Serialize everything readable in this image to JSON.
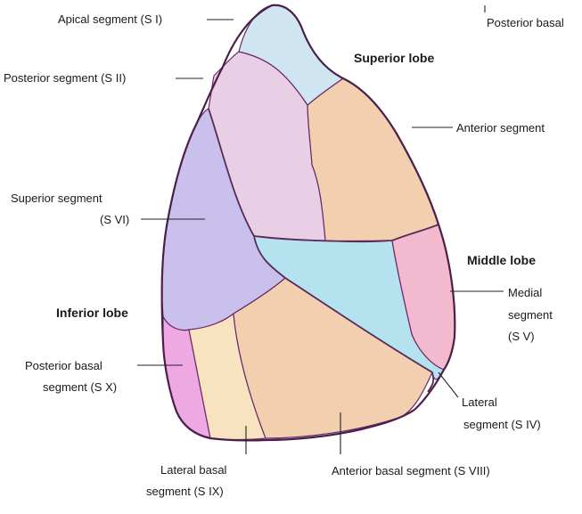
{
  "labels": {
    "apical": "Apical segment (S I)",
    "posterior_top": "Posterior basal",
    "posterior_seg": "Posterior segment (S II)",
    "anterior_seg": "Anterior segment",
    "superior_seg_1": "Superior segment",
    "superior_seg_2": "(S VI)",
    "posterior_basal_1": "Posterior basal",
    "posterior_basal_2": "segment (S X)",
    "lateral_basal_1": "Lateral basal",
    "lateral_basal_2": "segment (S IX)",
    "anterior_basal": "Anterior basal segment (S VIII)",
    "lateral_seg_1": "Lateral",
    "lateral_seg_2": "segment (S IV)",
    "medial_1": "Medial",
    "medial_2": "segment",
    "medial_3": "(S V)"
  },
  "lobes": {
    "superior": "Superior lobe",
    "middle": "Middle lobe",
    "inferior": "Inferior lobe"
  },
  "colors": {
    "apical": "#cfe6f2",
    "posterior": "#e9cfe6",
    "anterior": "#f2cfae",
    "superior": "#c9c0ec",
    "lateral": "#b4e2ee",
    "medial": "#f3b9cf",
    "anterior_basal": "#f2cfae",
    "lateral_basal": "#f7e3c0",
    "posterior_basal": "#eea8e2",
    "outline": "#4a1f4a"
  }
}
